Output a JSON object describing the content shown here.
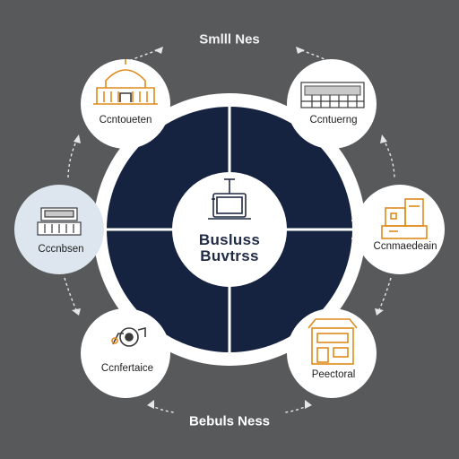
{
  "title_top": "Smlll Nes",
  "title_bottom": "Bebuls Ness",
  "center": {
    "line1": "Busluss",
    "line2": "Buvtrss"
  },
  "nodes": [
    {
      "label": "Ccntoueten",
      "icon": "capitol-building-icon"
    },
    {
      "label": "Ccntuerng",
      "icon": "office-building-icon"
    },
    {
      "label": "Ccnmaedeain",
      "icon": "warehouse-boxes-icon"
    },
    {
      "label": "Peectoral",
      "icon": "storefront-icon"
    },
    {
      "label": "Ccnfertaice",
      "icon": "person-tools-icon"
    },
    {
      "label": "Cccnbsen",
      "icon": "factory-machine-icon"
    }
  ],
  "colors": {
    "background": "#58595b",
    "ring": "#ffffff",
    "navy": "#152340",
    "accent_orange": "#e08a1c",
    "node_fill": "#ffffff",
    "highlight_node_fill": "#dde6ee",
    "arrow": "#e6e6e6"
  }
}
